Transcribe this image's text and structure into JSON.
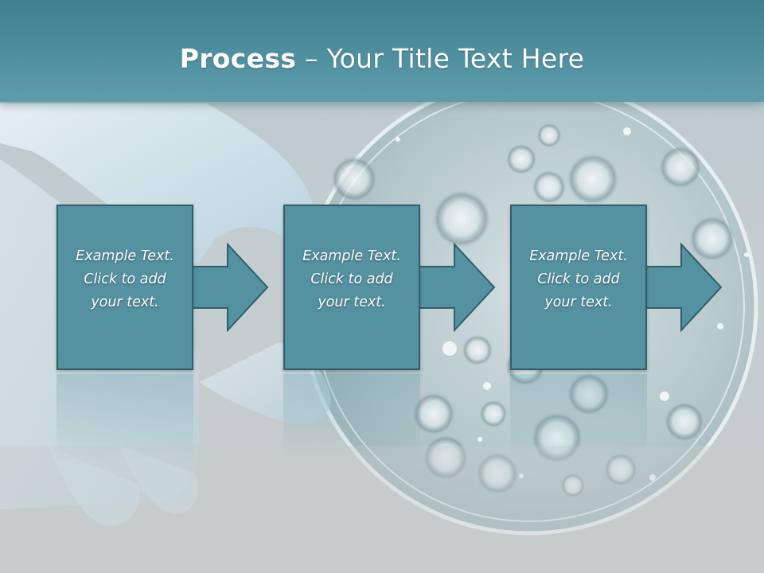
{
  "slide": {
    "title_bold": "Process",
    "title_rest": " – Your Title Text Here"
  },
  "steps": [
    {
      "lines": [
        "Example Text.",
        "Click  to add",
        "your text."
      ]
    },
    {
      "lines": [
        "Example Text.",
        "Click  to add",
        "your text."
      ]
    },
    {
      "lines": [
        "Example Text.",
        "Click  to add",
        "your text."
      ]
    }
  ],
  "colors": {
    "title_bar": "#4a8b9b",
    "box_fill": "#5592a1",
    "box_border": "#2f5e6a",
    "background": "#c4cdcf"
  },
  "icons": [
    "right-arrow-icon"
  ]
}
